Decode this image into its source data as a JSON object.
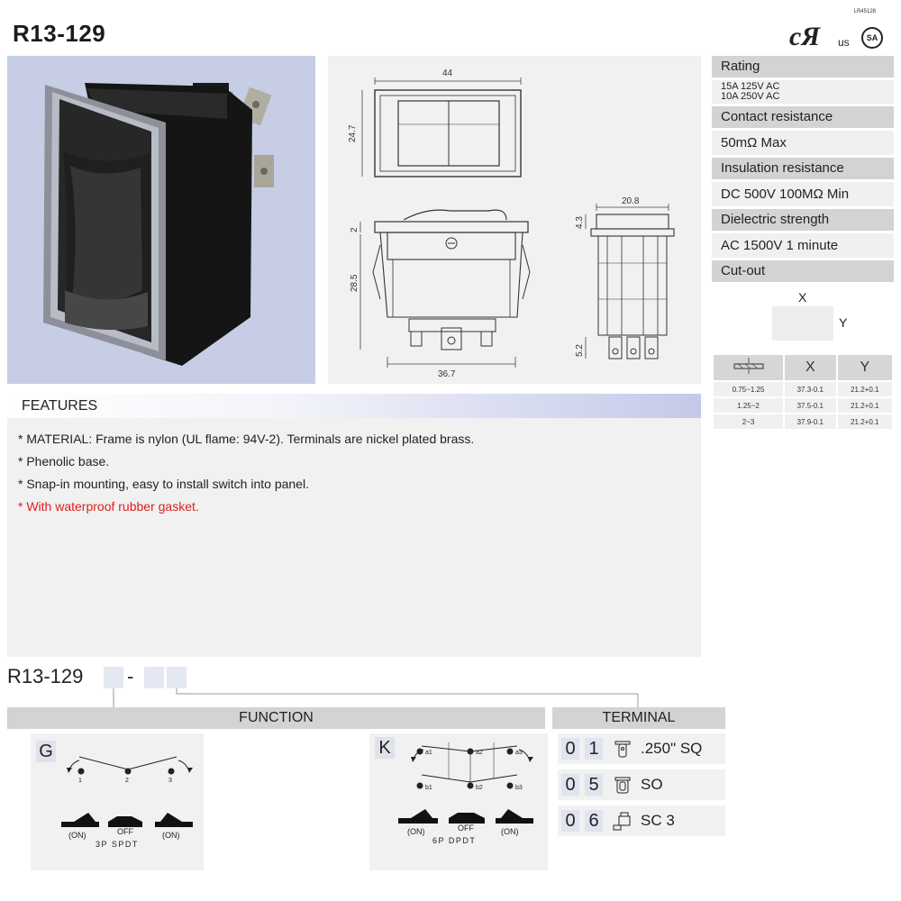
{
  "title": "R13-129",
  "cert": {
    "lr_number": "LR45128",
    "ul_text": "cRUs",
    "us_text": "us",
    "csa_text": "SA"
  },
  "drawing": {
    "dim_width_top": "44",
    "dim_height_top": "24.7",
    "dim_side_width": "20.8",
    "dim_side_top": "4.3",
    "dim_side_bottom": "5.2",
    "dim_front_top": "2",
    "dim_front_height": "28.5",
    "dim_front_width": "36.7"
  },
  "spec": [
    {
      "label": "Rating",
      "value_lines": [
        "15A 125V AC",
        "10A 250V AC"
      ]
    },
    {
      "label": "Contact resistance",
      "value": "50mΩ Max"
    },
    {
      "label": "Insulation resistance",
      "value": "DC 500V 100MΩ Min"
    },
    {
      "label": "Dielectric strength",
      "value": "AC 1500V 1 minute"
    },
    {
      "label": "Cut-out"
    }
  ],
  "cutout": {
    "x_label": "X",
    "y_label": "Y",
    "headers": [
      "",
      "X",
      "Y"
    ],
    "rows": [
      [
        "0.75~1.25",
        "37.3-0.1",
        "21.2+0.1"
      ],
      [
        "1.25~2",
        "37.5-0.1",
        "21.2+0.1"
      ],
      [
        "2~3",
        "37.9-0.1",
        "21.2+0.1"
      ]
    ]
  },
  "features": {
    "heading": "FEATURES",
    "items": [
      "* MATERIAL: Frame is nylon (UL flame: 94V-2). Terminals are nickel plated brass.",
      "* Phenolic base.",
      "* Snap-in mounting, easy to install switch into panel.",
      "* With waterproof rubber gasket."
    ],
    "highlight_color": "#e01e1e"
  },
  "part_number": {
    "base": "R13-129",
    "dash": "-"
  },
  "function": {
    "heading": "FUNCTION",
    "g": {
      "letter": "G",
      "contacts": [
        "1",
        "2",
        "3"
      ],
      "positions": [
        "(ON)",
        "OFF",
        "(ON)"
      ],
      "caption": "3P SPDT"
    },
    "k": {
      "letter": "K",
      "contacts_top": [
        "a1",
        "a2",
        "a3"
      ],
      "contacts_bottom": [
        "b1",
        "b2",
        "b3"
      ],
      "positions": [
        "(ON)",
        "OFF",
        "(ON)"
      ],
      "caption": "6P DPDT"
    }
  },
  "terminal": {
    "heading": "TERMINAL",
    "rows": [
      {
        "d1": "0",
        "d2": "1",
        "icon": "quick-connect-tab-icon",
        "label": ".250\" SQ"
      },
      {
        "d1": "0",
        "d2": "5",
        "icon": "solder-lug-icon",
        "label": "SO"
      },
      {
        "d1": "0",
        "d2": "6",
        "icon": "screw-terminal-icon",
        "label": "SC 3"
      }
    ]
  }
}
